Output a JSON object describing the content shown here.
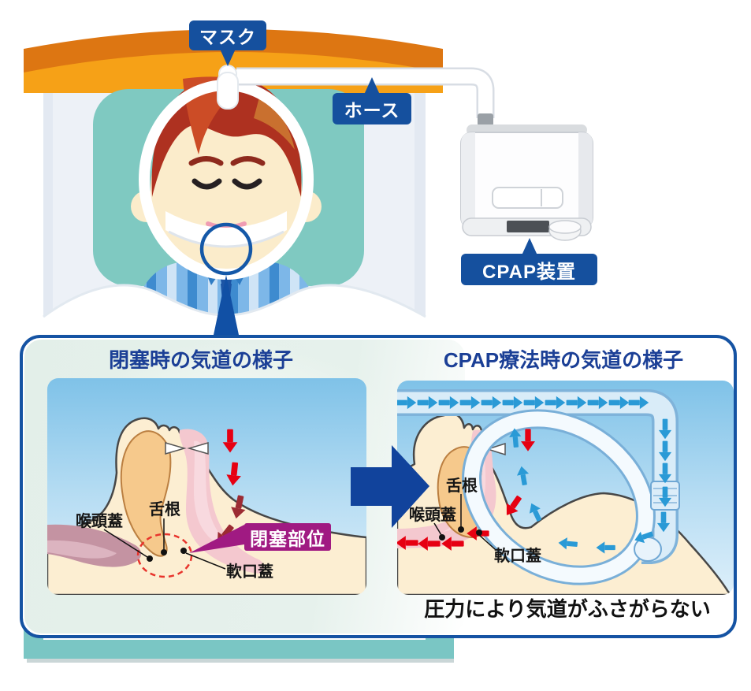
{
  "scene": {
    "mask_label": "マスク",
    "hose_label": "ホース",
    "device_label": "CPAP装置"
  },
  "comparison": {
    "left": {
      "title": "閉塞時の気道の様子",
      "tongue_root": "舌根",
      "epiglottis": "喉頭蓋",
      "soft_palate": "軟口蓋",
      "obstruction": "閉塞部位"
    },
    "right": {
      "title": "CPAP療法時の気道の様子",
      "tongue_root": "舌根",
      "epiglottis": "喉頭蓋",
      "soft_palate": "軟口蓋",
      "caption": "圧力により気道がふさがらない"
    }
  },
  "colors": {
    "label_blue": "#15509e",
    "title_blue": "#1b3f96",
    "panel_border_blue": "#1553a3",
    "transition_arrow_navy": "#11439c",
    "obstruction_magenta": "#a01a82",
    "airflow_red": "#e60012",
    "airflow_red_dark": "#9c2b33",
    "airflow_blue": "#2a9ad6",
    "headboard_orange": "#f6a117",
    "headboard_dark_orange": "#dd7612",
    "pillow_teal": "#7fc9c1",
    "bed_base_teal": "#7ac6c4",
    "skin_cream": "#fceed2",
    "tongue_tan": "#f6c98c",
    "airway_pink": "#f4c8cf",
    "sky_blue": "#7fc2e8"
  }
}
